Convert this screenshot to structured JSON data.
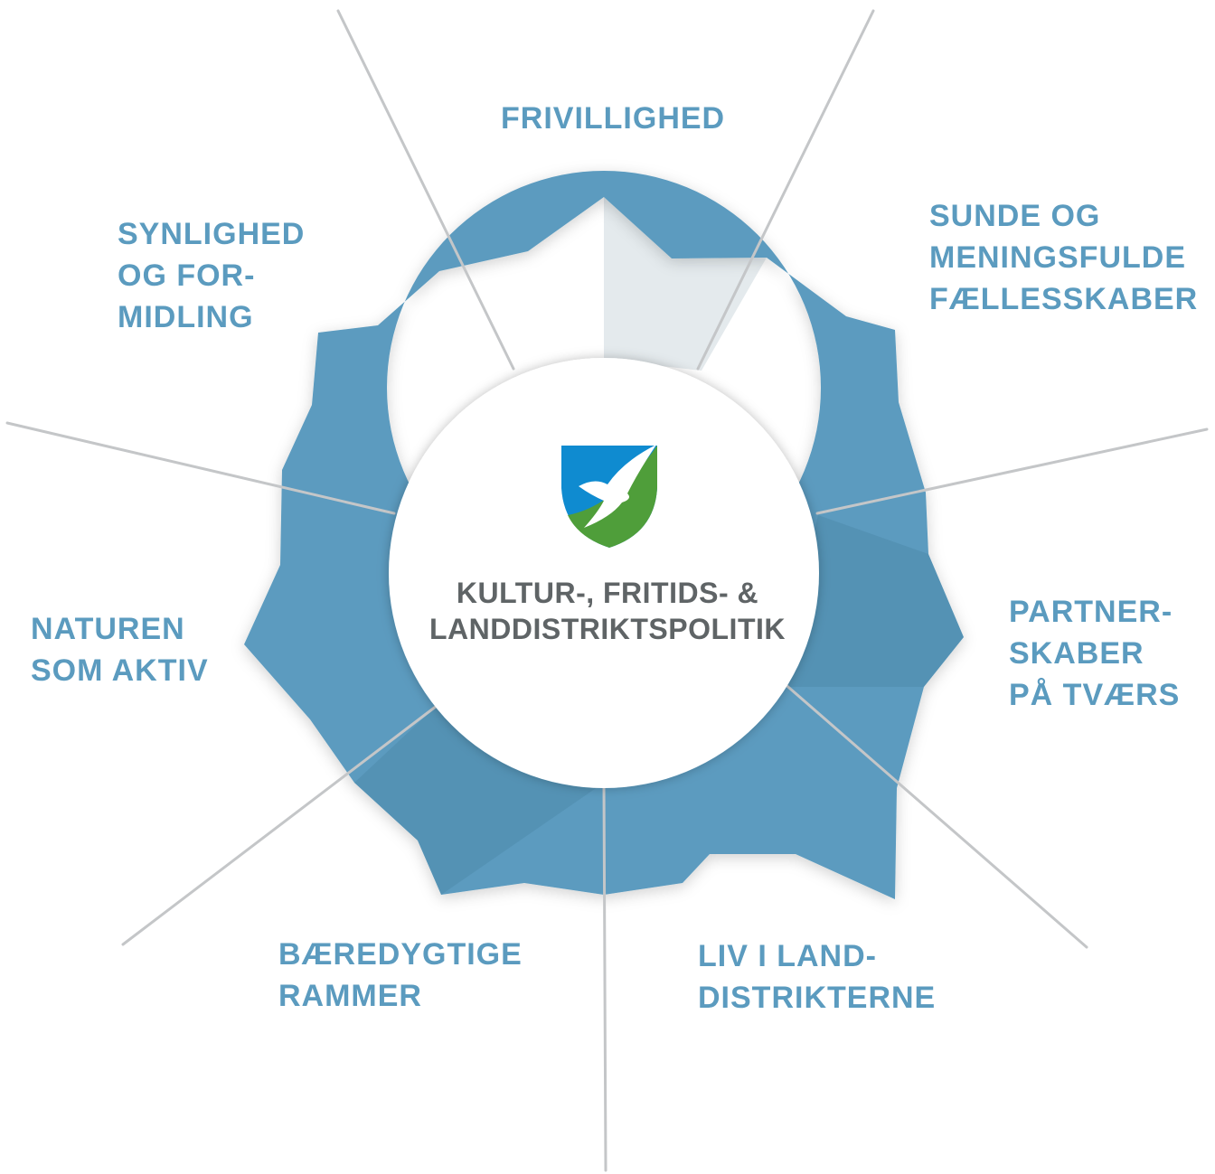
{
  "center": {
    "title": "KULTUR-, FRITIDS- &\nLANDDISTRIKTSPOLITIK"
  },
  "themes": [
    "FRIVILLIGHED",
    "SUNDE OG\nMENINGSFULDE\nFÆLLESSKABER",
    "PARTNER-\nSKABER\nPÅ TVÆRS",
    "LIV I LAND-\nDISTRIKTERNE",
    "BÆREDYGTIGE\nRAMMER",
    "NATUREN\nSOM AKTIV",
    "SYNLIGHED\nOG FOR-\nMIDLING"
  ],
  "colors": {
    "ring": "#5b9bbf",
    "ring_shadow": "#4a86a8",
    "label": "#5b9bbf",
    "center_text": "#5f6466",
    "divider": "#c4c6c8",
    "shield_blue": "#0f8bd0",
    "shield_green": "#4f9e3a"
  },
  "logo": {
    "icon": "municipal-coat-of-arms-seagull-icon"
  }
}
